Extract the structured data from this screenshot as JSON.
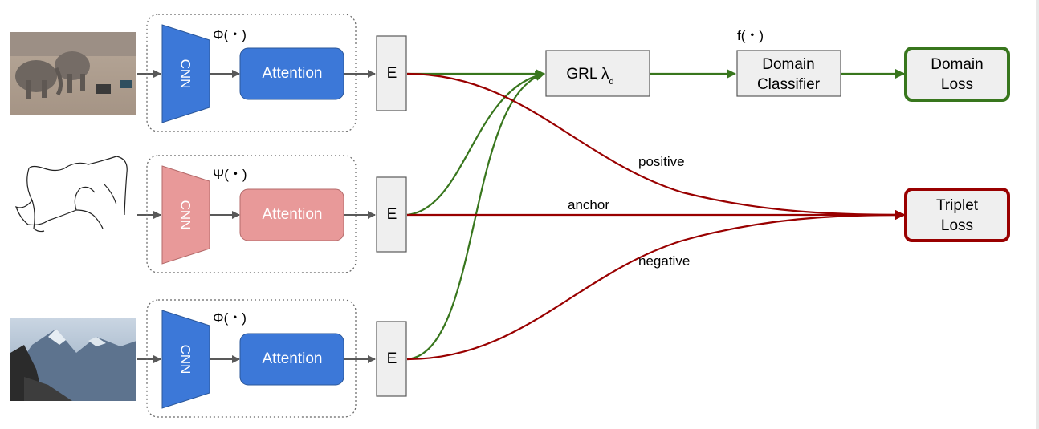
{
  "branches": {
    "top": {
      "func": "Φ(・)",
      "cnn": "CNN",
      "attention": "Attention",
      "embed": "E",
      "image": "elephants-photo"
    },
    "middle": {
      "func": "Ψ(・)",
      "cnn": "CNN",
      "attention": "Attention",
      "embed": "E",
      "image": "elephant-sketch"
    },
    "bottom": {
      "func": "Φ(・)",
      "cnn": "CNN",
      "attention": "Attention",
      "embed": "E",
      "image": "mountain-photo"
    }
  },
  "grl": {
    "label": "GRL λ",
    "subscript": "d"
  },
  "domain_classifier": {
    "func": "f(・)",
    "line1": "Domain",
    "line2": "Classifier"
  },
  "domain_loss": {
    "line1": "Domain",
    "line2": "Loss"
  },
  "triplet_loss": {
    "line1": "Triplet",
    "line2": "Loss"
  },
  "edge_labels": {
    "positive": "positive",
    "anchor": "anchor",
    "negative": "negative"
  },
  "colors": {
    "blue": "#3c78d8",
    "pink": "#e89999",
    "green": "#38761d",
    "red": "#990000",
    "gray_box": "#efefef",
    "arrow_gray": "#595959"
  }
}
